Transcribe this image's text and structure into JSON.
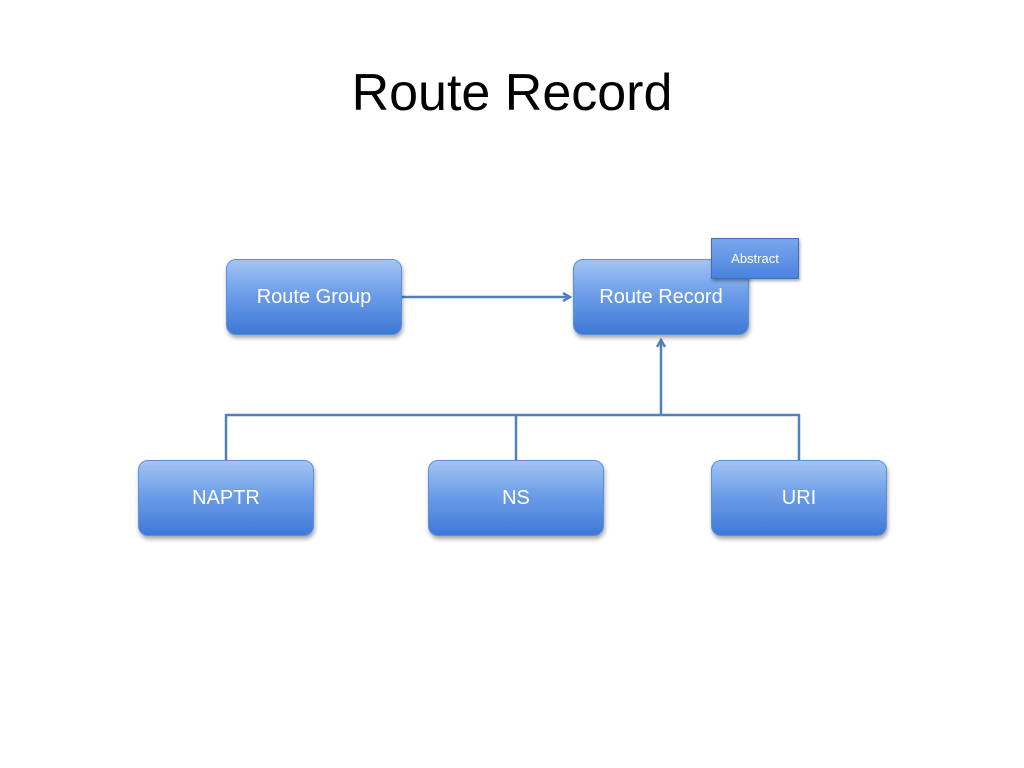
{
  "slide": {
    "title": "Route Record"
  },
  "diagram": {
    "nodes": {
      "route_group": "Route Group",
      "route_record": "Route Record",
      "naptr": "NAPTR",
      "ns": "NS",
      "uri": "URI"
    },
    "annotations": {
      "abstract_label": "Abstract"
    },
    "edges": [
      {
        "from": "Route Group",
        "to": "Route Record",
        "style": "arrow"
      },
      {
        "from": "NAPTR",
        "to": "Route Record",
        "style": "inheritance"
      },
      {
        "from": "NS",
        "to": "Route Record",
        "style": "inheritance"
      },
      {
        "from": "URI",
        "to": "Route Record",
        "style": "inheritance"
      }
    ],
    "colors": {
      "node_top": "#a4c4f4",
      "node_bottom": "#3e79d8",
      "connector": "#4f81bd",
      "text": "#ffffff"
    }
  }
}
